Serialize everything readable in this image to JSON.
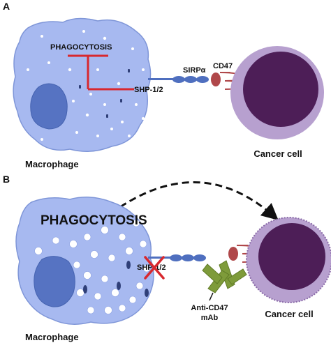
{
  "panels": [
    {
      "letter": "A",
      "phagocytosis": "PHAGOCYTOSIS",
      "shp": "SHP-1/2",
      "sirpa": "SIRPα",
      "cd47": "CD47",
      "cancer_cell": "Cancer cell",
      "macrophage": "Macrophage"
    },
    {
      "letter": "B",
      "phagocytosis": "PHAGOCYTOSIS",
      "shp": "SHP-1/2",
      "antibody_line1": "Anti-CD47",
      "antibody_line2": "mAb",
      "cancer_cell": "Cancer cell",
      "macrophage": "Macrophage"
    }
  ],
  "colors": {
    "macrophage_fill": "#a7b9f0",
    "macrophage_stroke": "#7f96d8",
    "nucleus_fill": "#5673c2",
    "cancer_outer": "#b7a0cf",
    "cancer_inner": "#4d1e57",
    "inhibition_red": "#d8282e",
    "receptor_blue": "#4f6fbf",
    "cd47_red": "#b0484a",
    "antibody_green": "#7e9b3a"
  }
}
